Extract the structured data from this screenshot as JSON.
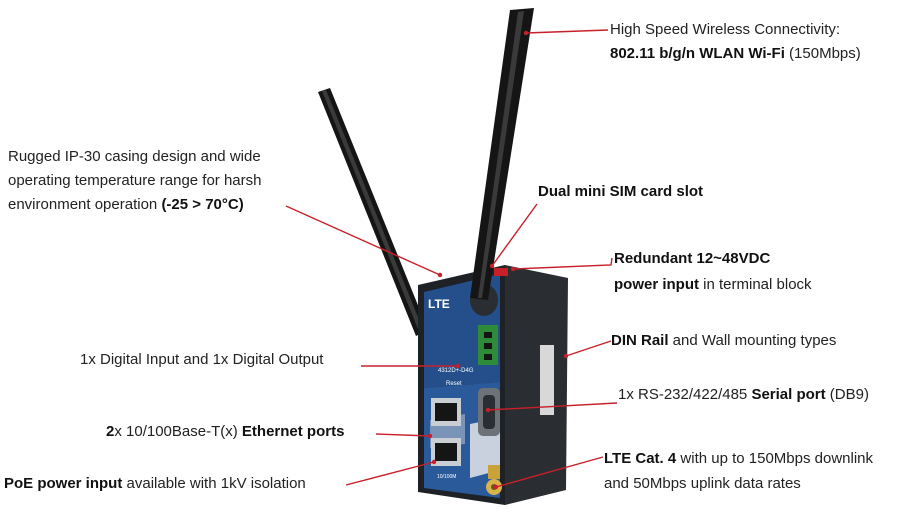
{
  "callouts": {
    "wifi": {
      "line1": "High Speed Wireless Connectivity:",
      "line2_bold": "802.11 b/g/n WLAN Wi-Fi",
      "line2_rest": " (150Mbps)"
    },
    "rugged": {
      "line1": "Rugged IP-30 casing design and wide",
      "line2": "operating temperature range for harsh",
      "line3_text": "environment operation ",
      "line3_bold": "(-25 > 70°C)"
    },
    "sim": {
      "bold": "Dual mini SIM card slot"
    },
    "power": {
      "line1_bold": "Redundant 12~48VDC",
      "line2_bold": "power input",
      "line2_rest": " in terminal block"
    },
    "din": {
      "bold": "DIN Rail",
      "rest": " and Wall mounting types"
    },
    "dio": {
      "text": "1x Digital Input and 1x Digital Output"
    },
    "serial": {
      "pre": "1x RS-232/422/485 ",
      "bold": "Serial port",
      "rest": " (DB9)"
    },
    "ethernet": {
      "bold1": "2",
      "mid": "x 10/100Base-T(x) ",
      "bold2": "Ethernet ports"
    },
    "lte": {
      "line1_bold": "LTE Cat. 4",
      "line1_rest": " with up to 150Mbps downlink",
      "line2": "and 50Mbps uplink data rates"
    },
    "poe": {
      "bold": "PoE power input",
      "rest": " available with 1kV isolation"
    }
  },
  "device": {
    "logo": "LTE",
    "model": "4312D+-D4G",
    "reset": "Reset",
    "port_label": "10/100M",
    "colors": {
      "body": "#1f2226",
      "panel": "#2a5a9a",
      "accent": "#c8202a",
      "terminal": "#2e8b3a"
    }
  }
}
